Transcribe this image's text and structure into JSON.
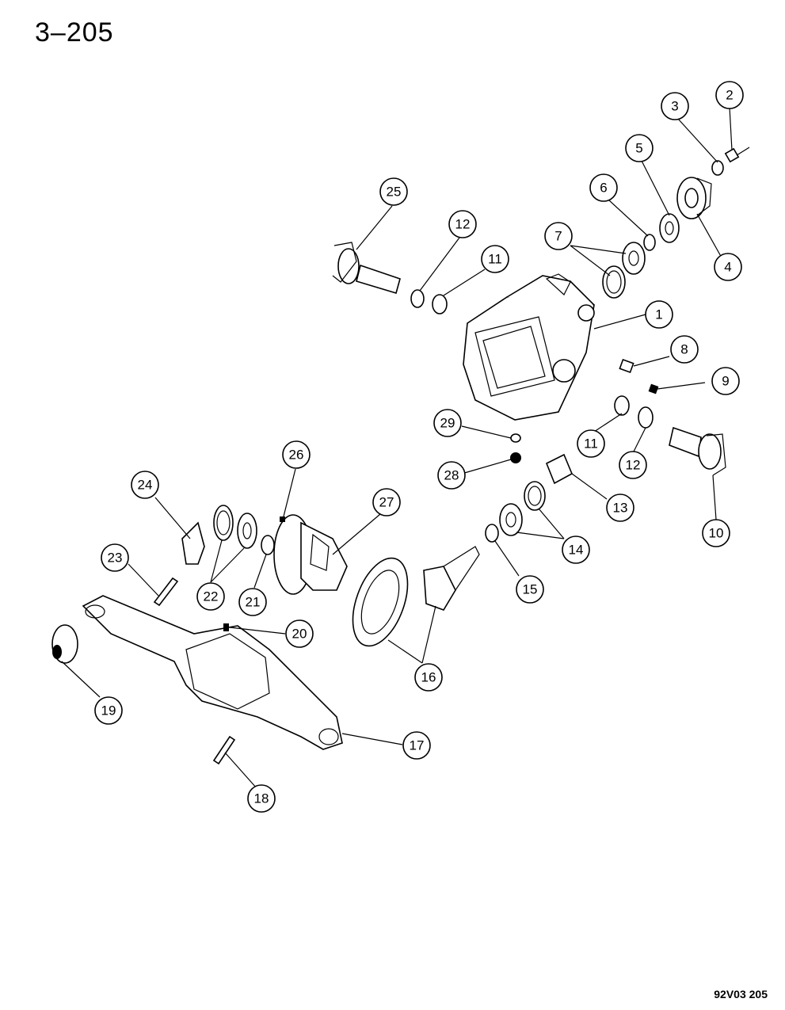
{
  "header": {
    "page_number": "3–205"
  },
  "footer": {
    "figure_code": "92V03  205"
  },
  "callouts": [
    "1",
    "2",
    "3",
    "4",
    "5",
    "6",
    "7",
    "8",
    "9",
    "10",
    "11",
    "12",
    "13",
    "14",
    "15",
    "16",
    "17",
    "18",
    "19",
    "20",
    "21",
    "22",
    "23",
    "24",
    "25",
    "26",
    "27",
    "28",
    "29"
  ]
}
